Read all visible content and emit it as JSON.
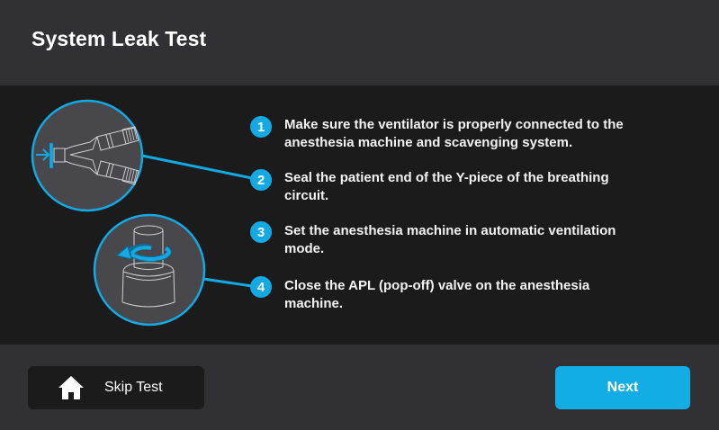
{
  "header": {
    "title": "System Leak Test"
  },
  "steps": [
    {
      "number": "1",
      "text": "Make sure the ventilator is properly connected to the anesthesia machine and scavenging system."
    },
    {
      "number": "2",
      "text": "Seal the patient end of the Y-piece of the breathing circuit."
    },
    {
      "number": "3",
      "text": "Set the anesthesia machine in automatic ventilation mode."
    },
    {
      "number": "4",
      "text": "Close the APL (pop-off) valve on the anesthesia machine."
    }
  ],
  "illustrations": [
    {
      "icon": "y-piece-seal-icon",
      "linked_step": "2"
    },
    {
      "icon": "apl-valve-close-icon",
      "linked_step": "4"
    }
  ],
  "footer": {
    "skip_label": "Skip Test",
    "skip_icon": "home-icon",
    "next_label": "Next"
  },
  "colors": {
    "accent": "#13a9e3",
    "header_bg": "#313035",
    "main_bg": "#1b1b1c",
    "circle_fill": "#48474c"
  }
}
